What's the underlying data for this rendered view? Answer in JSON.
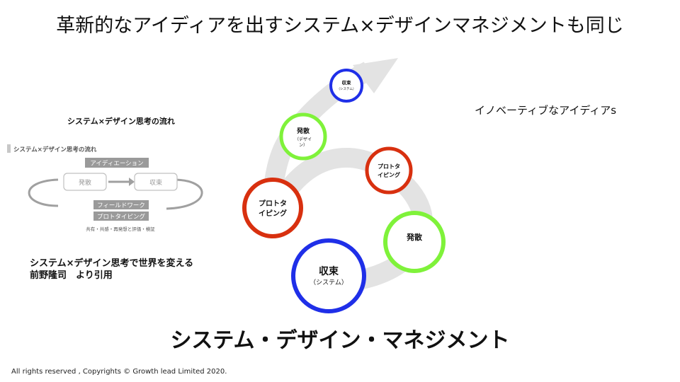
{
  "title": "革新的なアイディアを出すシステム×デザインマネジメントも同じ",
  "left_panel": {
    "heading": "システム×デザイン思考の流れ",
    "figure": {
      "header": "システム×デザイン思考の流れ",
      "top_bar": "アイディエーション",
      "box_left": "発散",
      "box_right": "収束",
      "bottom_bar_1": "フィールドワーク",
      "bottom_bar_2": "プロトタイピング",
      "caption": "共有・共感・再発想と評価・検証"
    },
    "citation_line1": "システム×デザイン思考で世界を変える",
    "citation_line2": "前野隆司　より引用"
  },
  "innovation_label": "イノベーティブなアイディアs",
  "cycle": {
    "nodes": [
      {
        "id": "shuusoku-large",
        "line1": "収束",
        "line2": "（システム）",
        "color": "#1f2fe8"
      },
      {
        "id": "hassan-right",
        "line1": "発散",
        "line2": "",
        "color": "#7ff23a"
      },
      {
        "id": "proto-small",
        "line1": "プロトタ",
        "line2": "イピング",
        "color": "#d8300f"
      },
      {
        "id": "proto-large",
        "line1": "プロトタ",
        "line2": "イピング",
        "color": "#d8300f"
      },
      {
        "id": "hassan-left",
        "line1": "発散",
        "line2": "（デザイ",
        "line3": "ン）",
        "color": "#7ff23a"
      },
      {
        "id": "shuusoku-top",
        "line1": "収束",
        "line2": "（システム）",
        "color": "#1f2fe8"
      }
    ]
  },
  "main_label": "システム・デザイン・マネジメント",
  "copyright": "All rights reserved , Copyrights © Growth lead Limited 2020."
}
